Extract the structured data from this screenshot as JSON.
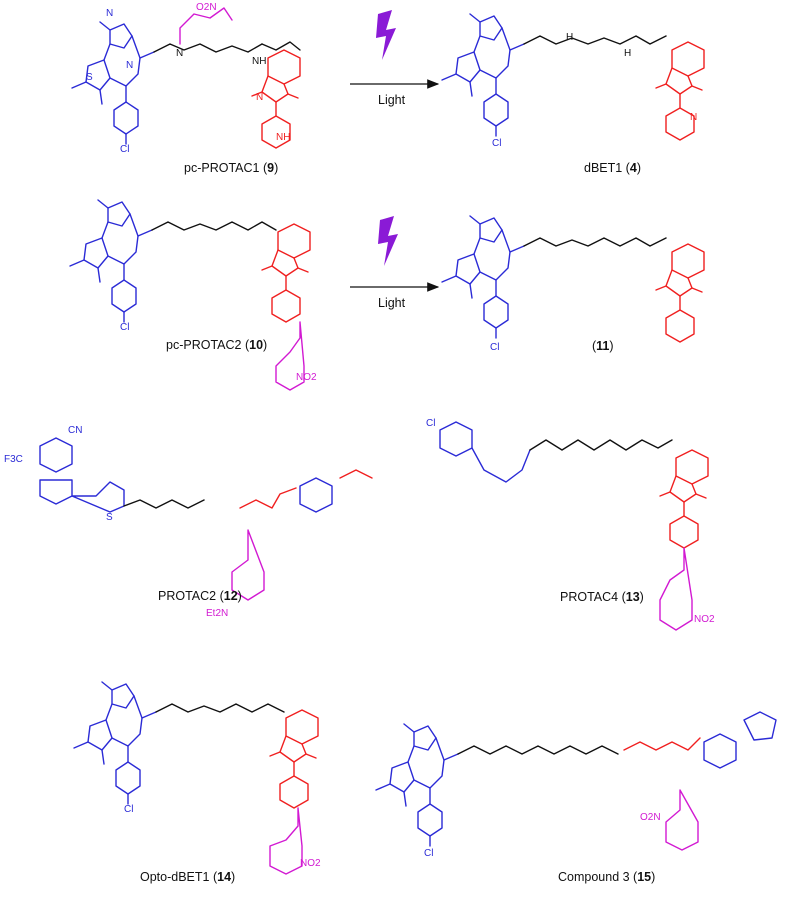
{
  "arrows": [
    {
      "label": "Light"
    },
    {
      "label": "Light"
    }
  ],
  "compounds": [
    {
      "name": "pc-PROTAC1 (",
      "num": "9",
      "close": ")"
    },
    {
      "name": "dBET1 (",
      "num": "4",
      "close": ")"
    },
    {
      "name": "pc-PROTAC2 (",
      "num": "10",
      "close": ")"
    },
    {
      "name": "(",
      "num": "11",
      "close": ")"
    },
    {
      "name": "PROTAC2 (",
      "num": "12",
      "close": ")"
    },
    {
      "name": "PROTAC4 (",
      "num": "13",
      "close": ")"
    },
    {
      "name": "Opto-dBET1 (",
      "num": "14",
      "close": ")"
    },
    {
      "name": "Compound 3 (",
      "num": "15",
      "close": ")"
    }
  ],
  "atoms": {
    "N": "N",
    "NH": "NH",
    "H": "H",
    "O": "O",
    "S": "S",
    "Cl": "Cl",
    "NO2": "NO",
    "sub2": "2",
    "CN": "CN",
    "F3C": "F",
    "sub3": "3",
    "C": "C",
    "Et2N": "Et",
    "sub2n": "2",
    "Nn": "N"
  },
  "colors": {
    "jq1": "#2b2bd6",
    "thalidomide": "#f02020",
    "cage": "#d21ad2",
    "linker": "#111111",
    "bolt": "#8a1ad6"
  }
}
